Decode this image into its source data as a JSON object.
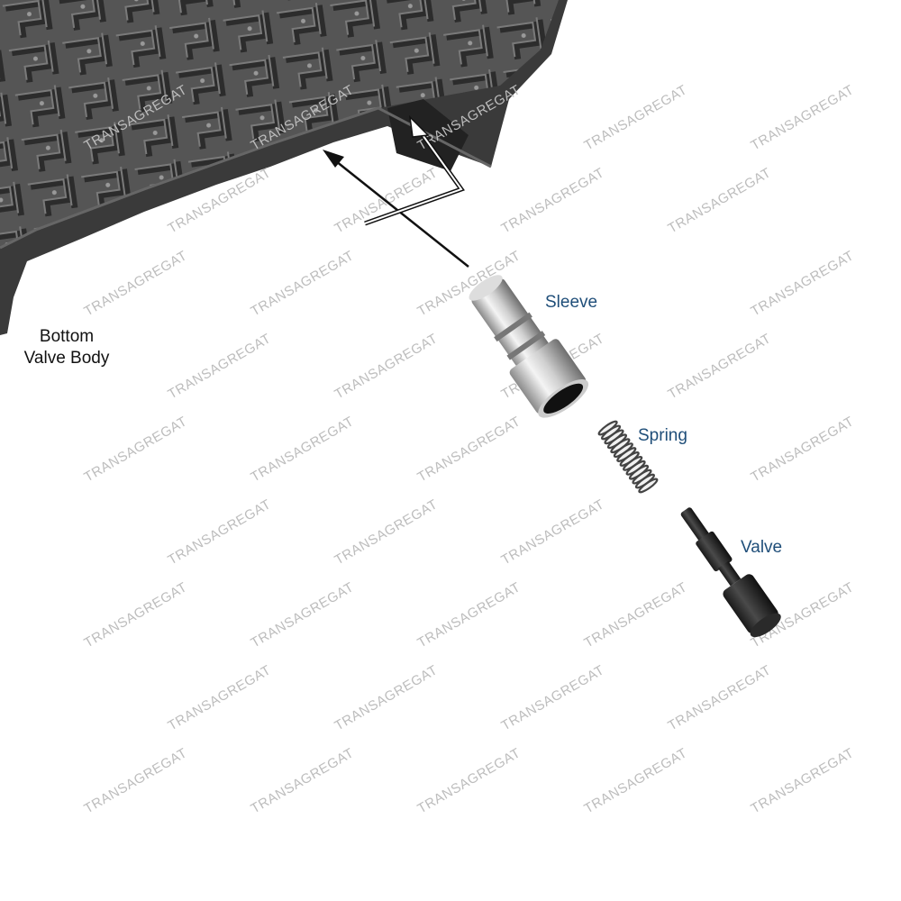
{
  "labels": {
    "bottom_valve_body_line1": "Bottom",
    "bottom_valve_body_line2": "Valve Body",
    "sleeve": "Sleeve",
    "spring": "Spring",
    "valve": "Valve"
  },
  "watermark": "TRANSAGREGAT",
  "colors": {
    "label_blue": "#1f4e79",
    "valve_body": "#4a4a4a",
    "watermark": "#bdbdbd"
  }
}
